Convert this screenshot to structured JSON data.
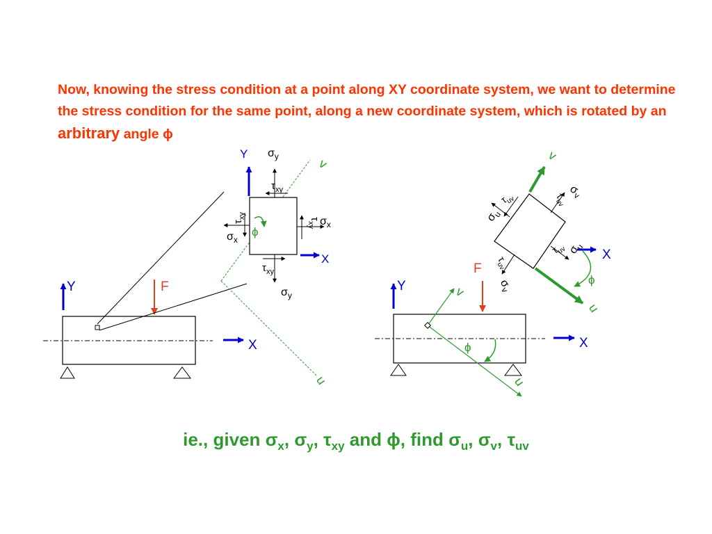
{
  "intro": {
    "part1": "Now, knowing the stress condition at a point along XY coordinate system, we want to determine the stress condition for the same point, along a new coordinate system, which is rotated by an ",
    "emphasis": "arbitrary",
    "part2": " angle ",
    "angle_symbol": "ϕ"
  },
  "labels": {
    "Y": "Y",
    "X": "X",
    "F": "F",
    "u": "u",
    "v": "v",
    "phi": "ϕ",
    "sigma": "σ",
    "tau": "τ",
    "sub_x": "x",
    "sub_y": "y",
    "sub_xy": "xy",
    "sub_u": "u",
    "sub_v": "v",
    "sub_uv": "uv"
  },
  "summary": {
    "prefix": "ie., given ",
    "sigma": "σ",
    "tau": "τ",
    "phi": "ϕ",
    "x": "x",
    "y": "y",
    "xy": "xy",
    "u": "u",
    "v": "v",
    "uv": "uv",
    "comma": ", ",
    "and": " and ",
    "find": ", find "
  },
  "colors": {
    "red_text": "#ff3300",
    "axis_blue": "#0000cc",
    "rotated_green": "#2e9a2e",
    "force_red": "#e04020",
    "ink": "#000000"
  }
}
